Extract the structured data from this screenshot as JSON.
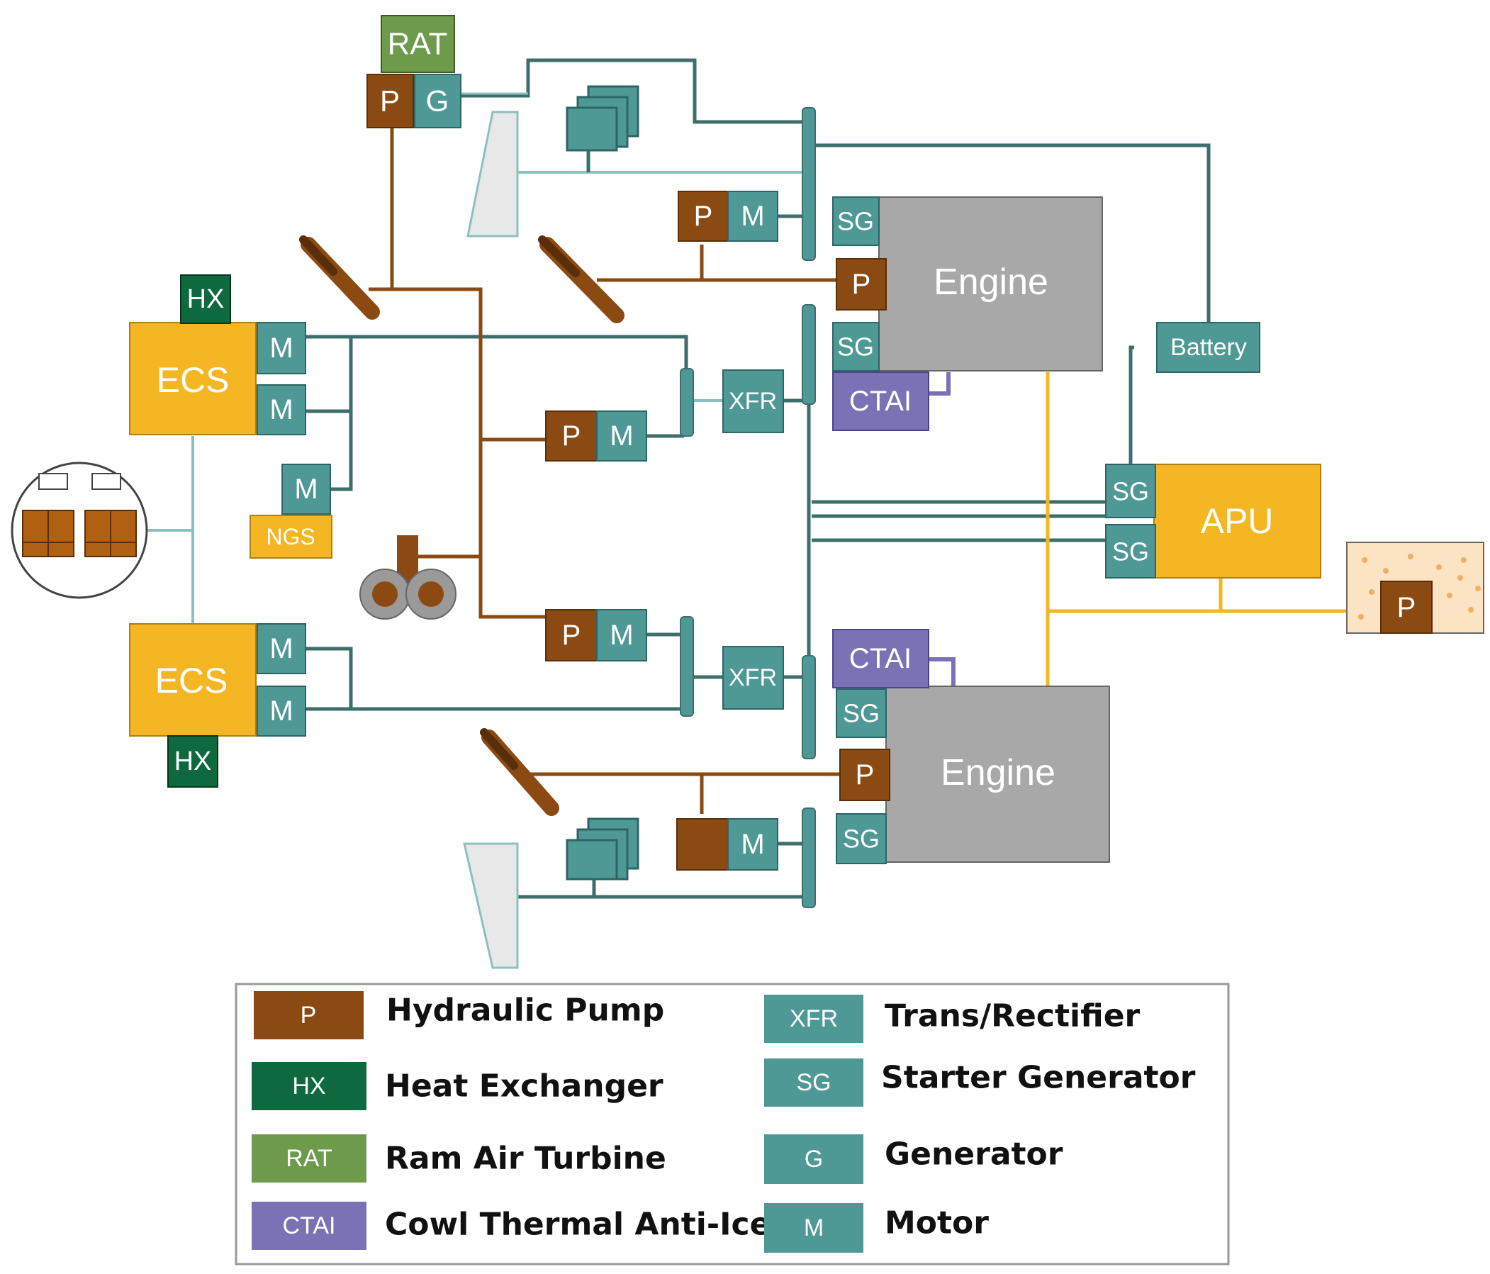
{
  "colors": {
    "pump": "#8a4a12",
    "heat_exchanger": "#0e6a3e",
    "ram_air_turbine": "#6e9a4c",
    "cowl_thermal_anti_ice": "#7a72b4",
    "electric": "#4e9896",
    "electric_line": "#3e6e6c",
    "hydraulic_line": "#8a4a12",
    "ecs_apu": "#f4b622",
    "engine": "#a8a8a8",
    "battery_line": "#3e6e6c"
  },
  "components": {
    "rat": "RAT",
    "pump": "P",
    "generator": "G",
    "motor": "M",
    "starter_generator": "SG",
    "transformer_rectifier": "XFR",
    "cowl_anti_ice": "CTAI",
    "heat_exchanger": "HX",
    "ecs": "ECS",
    "ngs": "NGS",
    "engine": "Engine",
    "apu": "APU",
    "battery": "Battery"
  },
  "legend": {
    "items": [
      {
        "code": "P",
        "label": "Hydraulic Pump"
      },
      {
        "code": "HX",
        "label": "Heat Exchanger"
      },
      {
        "code": "RAT",
        "label": "Ram Air Turbine"
      },
      {
        "code": "CTAI",
        "label": "Cowl Thermal Anti-Ice"
      },
      {
        "code": "XFR",
        "label": "Trans/Rectifier"
      },
      {
        "code": "SG",
        "label": "Starter Generator"
      },
      {
        "code": "G",
        "label": "Generator"
      },
      {
        "code": "M",
        "label": "Motor"
      }
    ]
  }
}
